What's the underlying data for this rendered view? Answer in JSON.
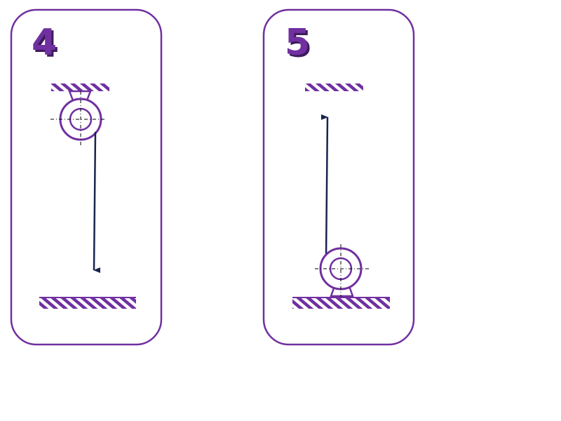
{
  "panels": [
    {
      "number": "4",
      "pulley_position": "top",
      "arrow_direction": "down"
    },
    {
      "number": "5",
      "pulley_position": "bottom",
      "arrow_direction": "up"
    }
  ],
  "colors": {
    "outline": "#7030a0",
    "number_fill": "#7030a0",
    "number_shadow": "#3d1a5c",
    "arrow": "#17254f",
    "hatch": "#7030a0",
    "centerline": "#000000"
  },
  "icons": [
    "pulley-icon",
    "arrow-down-icon",
    "arrow-up-icon",
    "ground-hatch-icon",
    "ceiling-hatch-icon"
  ]
}
